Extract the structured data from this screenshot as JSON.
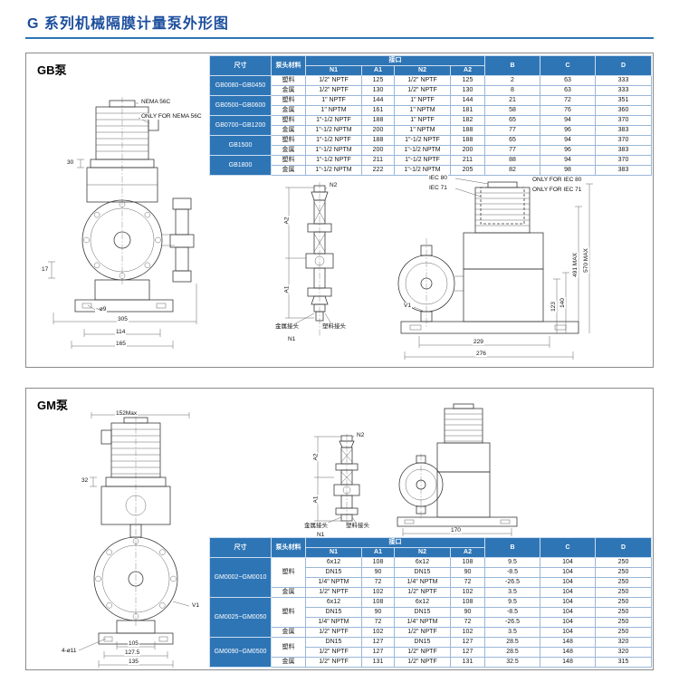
{
  "page": {
    "title": "G 系列机械隔膜计量泵外形图"
  },
  "gb": {
    "label": "GB泵",
    "table": {
      "h_size": "尺寸",
      "h_material": "泵头材料",
      "h_port": "接口",
      "h_n1": "N1",
      "h_a1": "A1",
      "h_n2": "N2",
      "h_a2": "A2",
      "h_b": "B",
      "h_c": "C",
      "h_d": "D",
      "groups": [
        {
          "size": "GB0080~GB0450",
          "rows": [
            {
              "material": "塑料",
              "n1": "1/2\" NPTF",
              "a1": "125",
              "n2": "1/2\" NPTF",
              "a2": "125",
              "b": "2",
              "c": "63",
              "d": "333"
            },
            {
              "material": "金属",
              "n1": "1/2\" NPTF",
              "a1": "130",
              "n2": "1/2\" NPTF",
              "a2": "130",
              "b": "8",
              "c": "63",
              "d": "333"
            }
          ]
        },
        {
          "size": "GB0500~GB0600",
          "rows": [
            {
              "material": "塑料",
              "n1": "1\" NPTF",
              "a1": "144",
              "n2": "1\" NPTF",
              "a2": "144",
              "b": "21",
              "c": "72",
              "d": "351"
            },
            {
              "material": "金属",
              "n1": "1\" NPTM",
              "a1": "161",
              "n2": "1\" NPTM",
              "a2": "181",
              "b": "58",
              "c": "76",
              "d": "360"
            }
          ]
        },
        {
          "size": "GB0700~GB1200",
          "rows": [
            {
              "material": "塑料",
              "n1": "1\"-1/2 NPTF",
              "a1": "188",
              "n2": "1\" NPTF",
              "a2": "182",
              "b": "65",
              "c": "94",
              "d": "370"
            },
            {
              "material": "金属",
              "n1": "1\"-1/2 NPTM",
              "a1": "200",
              "n2": "1\" NPTM",
              "a2": "188",
              "b": "77",
              "c": "96",
              "d": "383"
            }
          ]
        },
        {
          "size": "GB1500",
          "rows": [
            {
              "material": "塑料",
              "n1": "1\"-1/2 NPTF",
              "a1": "188",
              "n2": "1\"-1/2 NPTF",
              "a2": "188",
              "b": "65",
              "c": "94",
              "d": "370"
            },
            {
              "material": "金属",
              "n1": "1\"-1/2 NPTM",
              "a1": "200",
              "n2": "1\"-1/2 NPTM",
              "a2": "200",
              "b": "77",
              "c": "96",
              "d": "383"
            }
          ]
        },
        {
          "size": "GB1800",
          "rows": [
            {
              "material": "塑料",
              "n1": "1\"-1/2 NPTF",
              "a1": "211",
              "n2": "1\"-1/2 NPTF",
              "a2": "211",
              "b": "88",
              "c": "94",
              "d": "370"
            },
            {
              "material": "金属",
              "n1": "1\"-1/2 NPTM",
              "a1": "222",
              "n2": "1\"-1/2 NPTM",
              "a2": "205",
              "b": "82",
              "c": "98",
              "d": "383"
            }
          ]
        }
      ]
    },
    "front": {
      "nema": "NEMA 56C",
      "only_nema": "ONLY FOR NEMA 56C",
      "d30": "30",
      "d17": "17",
      "d305": "305",
      "d114": "114",
      "d165": "165",
      "dia9": "~ø9"
    },
    "valve": {
      "n2": "N2",
      "a2": "A2",
      "a1": "A1",
      "n1": "N1",
      "metal": "金属接头",
      "plastic": "塑料接头"
    },
    "side": {
      "iec80": "IEC 80",
      "iec71": "IEC 71",
      "only80": "ONLY FOR IEC 80",
      "only71": "ONLY FOR IEC 71",
      "max570": "570 MAX",
      "max491": "491 MAX",
      "d229": "229",
      "d276": "276",
      "d123": "123",
      "d140": "140",
      "v1": "V1"
    }
  },
  "gm": {
    "label": "GM泵",
    "table": {
      "h_size": "尺寸",
      "h_material": "泵头材料",
      "h_port": "接口",
      "h_n1": "N1",
      "h_a1": "A1",
      "h_n2": "N2",
      "h_a2": "A2",
      "h_b": "B",
      "h_c": "C",
      "h_d": "D",
      "groups": [
        {
          "size": "GM0002~GM0010",
          "mat1": "塑料",
          "mat2": "金属",
          "rows": [
            {
              "n1": "6x12",
              "a1": "108",
              "n2": "6x12",
              "a2": "108",
              "b": "9.5",
              "c": "104",
              "d": "250"
            },
            {
              "n1": "DN15",
              "a1": "90",
              "n2": "DN15",
              "a2": "90",
              "b": "-8.5",
              "c": "104",
              "d": "250"
            },
            {
              "n1": "1/4\" NPTM",
              "a1": "72",
              "n2": "1/4\" NPTM",
              "a2": "72",
              "b": "-26.5",
              "c": "104",
              "d": "250"
            },
            {
              "n1": "1/2\" NPTF",
              "a1": "102",
              "n2": "1/2\" NPTF",
              "a2": "102",
              "b": "3.5",
              "c": "104",
              "d": "250"
            }
          ]
        },
        {
          "size": "GM0025~GM0050",
          "mat1": "塑料",
          "mat2": "金属",
          "rows": [
            {
              "n1": "6x12",
              "a1": "108",
              "n2": "6x12",
              "a2": "108",
              "b": "9.5",
              "c": "104",
              "d": "250"
            },
            {
              "n1": "DN15",
              "a1": "90",
              "n2": "DN15",
              "a2": "90",
              "b": "-8.5",
              "c": "104",
              "d": "250"
            },
            {
              "n1": "1/4\" NPTM",
              "a1": "72",
              "n2": "1/4\" NPTM",
              "a2": "72",
              "b": "-26.5",
              "c": "104",
              "d": "250"
            },
            {
              "n1": "1/2\" NPTF",
              "a1": "102",
              "n2": "1/2\" NPTF",
              "a2": "102",
              "b": "3.5",
              "c": "104",
              "d": "250"
            }
          ]
        },
        {
          "size": "GM0090~GM0500",
          "mat1": "塑料",
          "mat2": "金属",
          "rows": [
            {
              "n1": "DN15",
              "a1": "127",
              "n2": "DN15",
              "a2": "127",
              "b": "28.5",
              "c": "148",
              "d": "320"
            },
            {
              "n1": "1/2\" NPTF",
              "a1": "127",
              "n2": "1/2\" NPTF",
              "a2": "127",
              "b": "28.5",
              "c": "148",
              "d": "320"
            },
            {
              "n1": "1/2\" NPTF",
              "a1": "131",
              "n2": "1/2\" NPTF",
              "a2": "131",
              "b": "32.5",
              "c": "148",
              "d": "315"
            }
          ]
        }
      ]
    },
    "front": {
      "d152": "152Max",
      "d32": "32",
      "d105": "105",
      "d1275": "127.5",
      "d135": "135",
      "holes": "4-ø11",
      "v1": "V1"
    },
    "valve": {
      "n2": "N2",
      "a2": "A2",
      "a1": "A1",
      "n1": "N1",
      "metal": "金属接头",
      "plastic": "塑料接头"
    },
    "side": {
      "d170": "170"
    }
  }
}
